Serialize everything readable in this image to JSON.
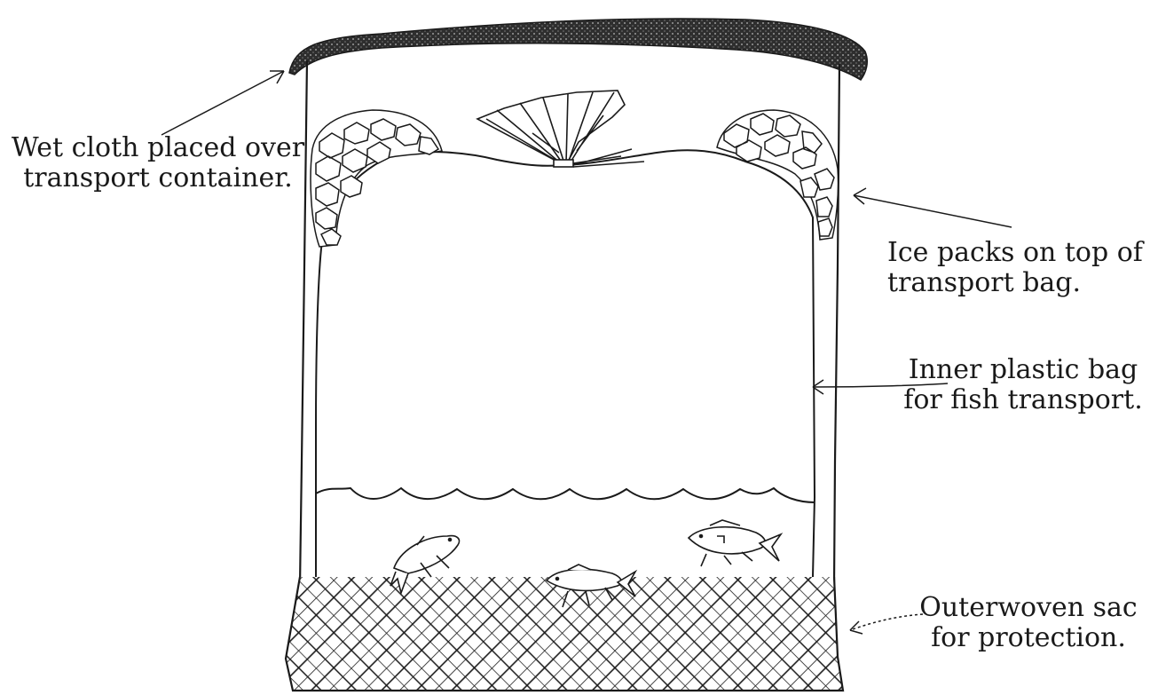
{
  "labels": {
    "wet_cloth": {
      "line1": "Wet cloth placed over",
      "line2": "transport container."
    },
    "ice_packs": {
      "line1": "Ice packs on top of",
      "line2": "transport bag."
    },
    "inner_bag": {
      "line1": "Inner plastic bag",
      "line2": "for fish transport."
    },
    "woven_sac": {
      "line1": "Outerwoven sac",
      "line2": "for protection."
    }
  },
  "colors": {
    "line": "#1a1a1a",
    "cloth": "#2e2e2e",
    "background": "#ffffff"
  }
}
